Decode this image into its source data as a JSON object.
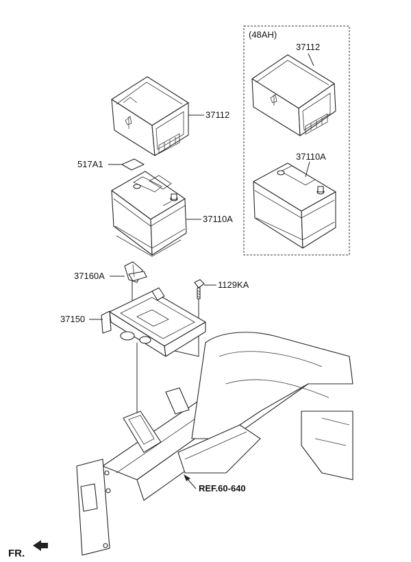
{
  "option_box": {
    "title": "(48AH)"
  },
  "callouts": {
    "box_cover_main": "37112",
    "box_cover_option": "37112",
    "label_sticker": "517A1",
    "battery_main": "37110A",
    "battery_option": "37110A",
    "clamp": "37160A",
    "bolt": "1129KA",
    "tray": "37150"
  },
  "reference": "REF.60-640",
  "direction": "FR.",
  "icons": [
    "front-direction-arrow-icon",
    "reference-arrow-icon"
  ]
}
